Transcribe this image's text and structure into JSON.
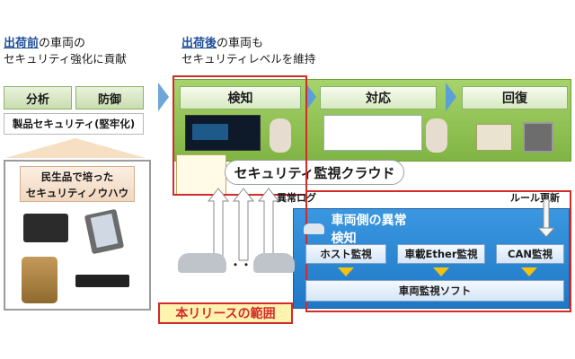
{
  "left_heading": {
    "emph": "出荷前",
    "rest": "の車両の",
    "line2": "セキュリティ強化に貢献"
  },
  "right_heading": {
    "emph": "出荷後",
    "rest": "の車両も",
    "line2": "セキュリティレベルを維持"
  },
  "left": {
    "analysis": "分析",
    "defense": "防御",
    "product_security": "製品セキュリティ(堅牢化)",
    "knowhow_line1": "民生品で培った",
    "knowhow_line2": "セキュリティノウハウ"
  },
  "flow": {
    "detect": "検知",
    "respond": "対応",
    "recover": "回復"
  },
  "cloud_label": "セキュリティ監視クラウド",
  "anomaly_log": "異常ログ",
  "rule_update": "ルール更新",
  "vehicle": {
    "title": "車両側の異常検知",
    "host": "ホスト監視",
    "ether": "車載Ether監視",
    "can": "CAN監視",
    "software": "車両監視ソフト"
  },
  "ellipsis": "・・・",
  "release_scope": "本リリースの範囲",
  "colors": {
    "red": "#d42a2a",
    "blue": "#2f86d3",
    "green": "#8bc34a",
    "yellow": "#f4c20d"
  }
}
